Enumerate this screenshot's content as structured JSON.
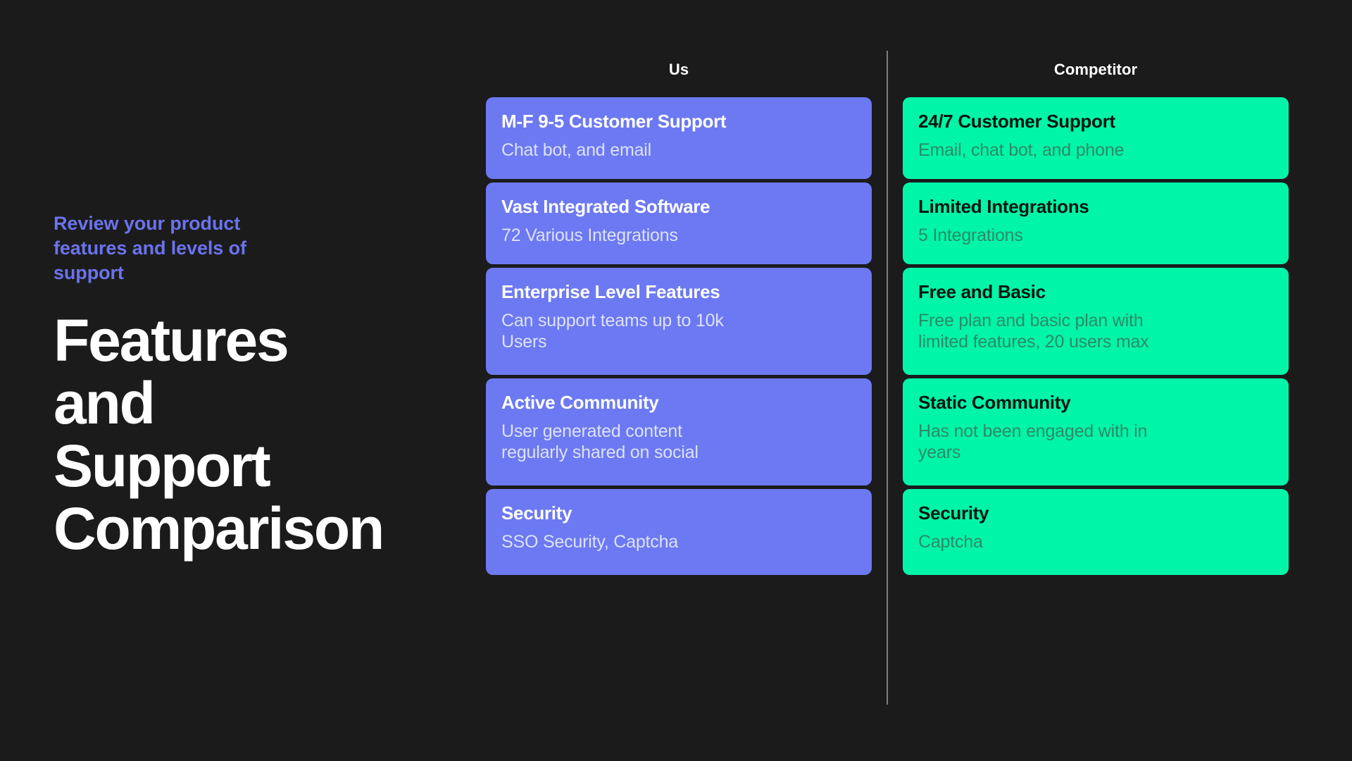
{
  "slide": {
    "background_color": "#1B1B1B",
    "eyebrow": "Review your product\nfeatures and levels of\nsupport",
    "headline": "Features\nand\nSupport\nComparison",
    "eyebrow_color": "#6B73EE",
    "headline_color": "#FFFFFF"
  },
  "columns": {
    "us": {
      "header": "Us",
      "accent_color": "#6C79F2",
      "title_color": "#FFFFFF",
      "sub_color": "#DDE1FC"
    },
    "competitor": {
      "header": "Competitor",
      "accent_color": "#00F5A8",
      "title_color": "#07160F",
      "sub_color": "#2C8A68"
    }
  },
  "rows": [
    {
      "us": {
        "title": "M-F 9-5 Customer Support",
        "sub": "Chat bot, and email"
      },
      "competitor": {
        "title": "24/7 Customer Support",
        "sub": "Email, chat bot, and phone"
      }
    },
    {
      "us": {
        "title": "Vast Integrated Software",
        "sub": "72 Various Integrations"
      },
      "competitor": {
        "title": "Limited Integrations",
        "sub": "5 Integrations"
      }
    },
    {
      "us": {
        "title": "Enterprise Level Features",
        "sub": "Can support teams up to 10k\nUsers"
      },
      "competitor": {
        "title": "Free and Basic",
        "sub": "Free plan and basic plan with\nlimited features, 20 users max"
      }
    },
    {
      "us": {
        "title": "Active Community",
        "sub": "User generated content\nregularly shared on social"
      },
      "competitor": {
        "title": "Static Community",
        "sub": "Has not been engaged with in\nyears"
      }
    },
    {
      "us": {
        "title": "Security",
        "sub": "SSO Security, Captcha"
      },
      "competitor": {
        "title": "Security",
        "sub": "Captcha"
      }
    }
  ],
  "divider": {
    "color": "#7E7E7E"
  }
}
